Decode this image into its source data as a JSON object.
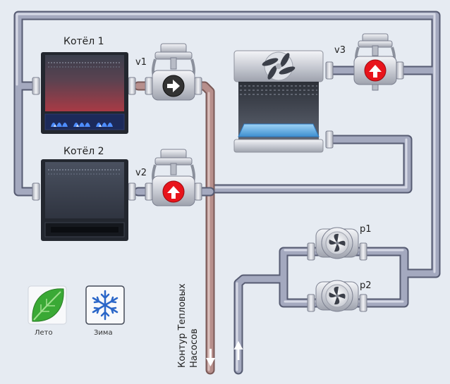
{
  "boilers": [
    {
      "title": "Котёл 1",
      "state": "on"
    },
    {
      "title": "Котёл 2",
      "state": "off"
    }
  ],
  "valves": [
    {
      "label": "v1",
      "direction": "right",
      "color": "#ffffff",
      "body": "#333333"
    },
    {
      "label": "v2",
      "direction": "up",
      "color": "#ffffff",
      "body": "#e8141b"
    },
    {
      "label": "v3",
      "direction": "up",
      "color": "#ffffff",
      "body": "#e8141b"
    }
  ],
  "pumps": [
    {
      "label": "p1"
    },
    {
      "label": "p2"
    }
  ],
  "modes": [
    {
      "label": "Лето",
      "icon": "leaf-icon",
      "color": "#3aa935"
    },
    {
      "label": "Зима",
      "icon": "snowflake-icon",
      "color": "#2a66c8"
    }
  ],
  "circuit": {
    "line1": "Контур Тепловых",
    "line2": "Насосов"
  },
  "colors": {
    "background": "#e6ebf2",
    "pipe_cold": "#9aa0b8",
    "pipe_hot": "#b78f8c",
    "valve_red": "#e8141b"
  }
}
